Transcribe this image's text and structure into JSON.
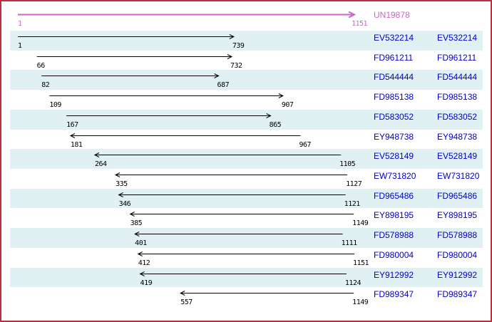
{
  "colors": {
    "frame_border": "#b5323f",
    "row_stripe": "#e1f1f3",
    "accession_link": "#0000cc",
    "query_track": "#cc66cc",
    "alignment_arrow": "#000000"
  },
  "query": {
    "name": "UN19878",
    "start": "1",
    "end": "1151"
  },
  "coordinate_range": [
    1,
    1151
  ],
  "alignments": [
    {
      "accession": "EV532214",
      "start": 1,
      "end": 739,
      "direction": "right"
    },
    {
      "accession": "FD961211",
      "start": 66,
      "end": 732,
      "direction": "right"
    },
    {
      "accession": "FD544444",
      "start": 82,
      "end": 687,
      "direction": "right"
    },
    {
      "accession": "FD985138",
      "start": 109,
      "end": 907,
      "direction": "right"
    },
    {
      "accession": "FD583052",
      "start": 167,
      "end": 865,
      "direction": "right"
    },
    {
      "accession": "EY948738",
      "start": 181,
      "end": 967,
      "direction": "left"
    },
    {
      "accession": "EV528149",
      "start": 264,
      "end": 1105,
      "direction": "left"
    },
    {
      "accession": "EW731820",
      "start": 335,
      "end": 1127,
      "direction": "left"
    },
    {
      "accession": "FD965486",
      "start": 346,
      "end": 1121,
      "direction": "left"
    },
    {
      "accession": "EY898195",
      "start": 385,
      "end": 1149,
      "direction": "left"
    },
    {
      "accession": "FD578988",
      "start": 401,
      "end": 1111,
      "direction": "left"
    },
    {
      "accession": "FD980004",
      "start": 412,
      "end": 1151,
      "direction": "left"
    },
    {
      "accession": "EY912992",
      "start": 419,
      "end": 1124,
      "direction": "left"
    },
    {
      "accession": "FD989347",
      "start": 557,
      "end": 1149,
      "direction": "left"
    }
  ]
}
